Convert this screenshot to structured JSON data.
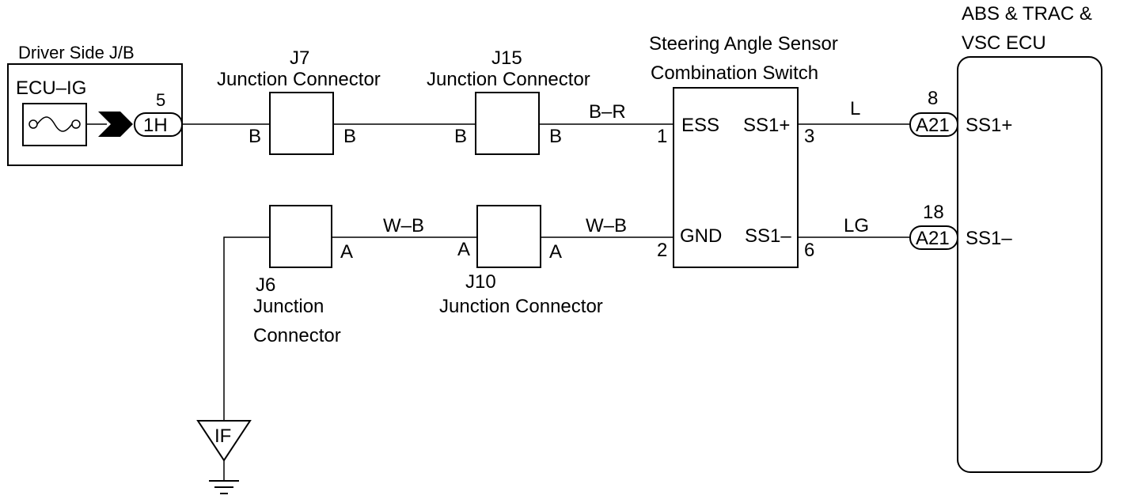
{
  "driver_jb": {
    "title": "Driver Side J/B",
    "fuse_label": "ECU–IG",
    "pin": "5",
    "connector": "1H",
    "fuse_icon": "fuse-icon"
  },
  "j7": {
    "id": "J7",
    "name": "Junction Connector",
    "left_pin": "B",
    "right_pin": "B"
  },
  "j15": {
    "id": "J15",
    "name": "Junction Connector",
    "left_pin": "B",
    "right_pin": "B"
  },
  "j6": {
    "id": "J6",
    "name_line1": "Junction",
    "name_line2": "Connector",
    "pin": "A"
  },
  "j10": {
    "id": "J10",
    "name": "Junction Connector",
    "left_pin": "A",
    "right_pin": "A"
  },
  "sensor": {
    "title_line1": "Steering Angle Sensor",
    "title_line2": "Combination Switch",
    "ess": "ESS",
    "gnd": "GND",
    "ss1p": "SS1+",
    "ss1m": "SS1–",
    "pin1": "1",
    "pin2": "2",
    "pin3": "3",
    "pin6": "6"
  },
  "ecu": {
    "title_line1": "ABS & TRAC &",
    "title_line2": "VSC ECU",
    "ss1p": "SS1+",
    "ss1m": "SS1–",
    "pin8": "8",
    "pin18": "18",
    "conn_top": "A21",
    "conn_bottom": "A21"
  },
  "wires": {
    "br": "B–R",
    "wb1": "W–B",
    "wb2": "W–B",
    "l": "L",
    "lg": "LG"
  },
  "ground": {
    "label": "IF",
    "icon": "ground-icon"
  }
}
